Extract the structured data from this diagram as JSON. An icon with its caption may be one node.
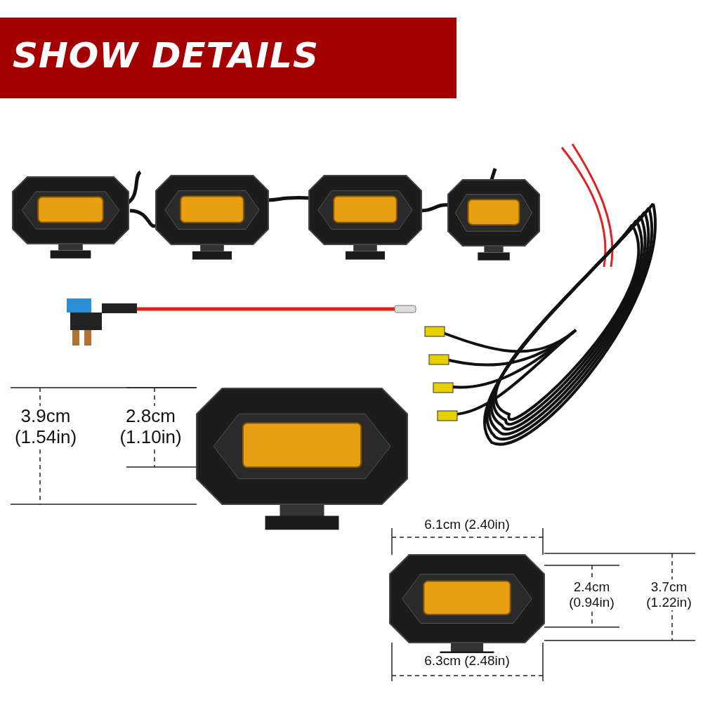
{
  "diagram": {
    "title": "SHOW DETAILS",
    "labels": [
      "3.9cm (1.54in)",
      "2.8cm (1.10in)",
      "6.1cm (2.40in)",
      "2.4cm (0.94in)",
      "3.7cm (1.22in)",
      "6.3cm (2.48in)"
    ]
  }
}
